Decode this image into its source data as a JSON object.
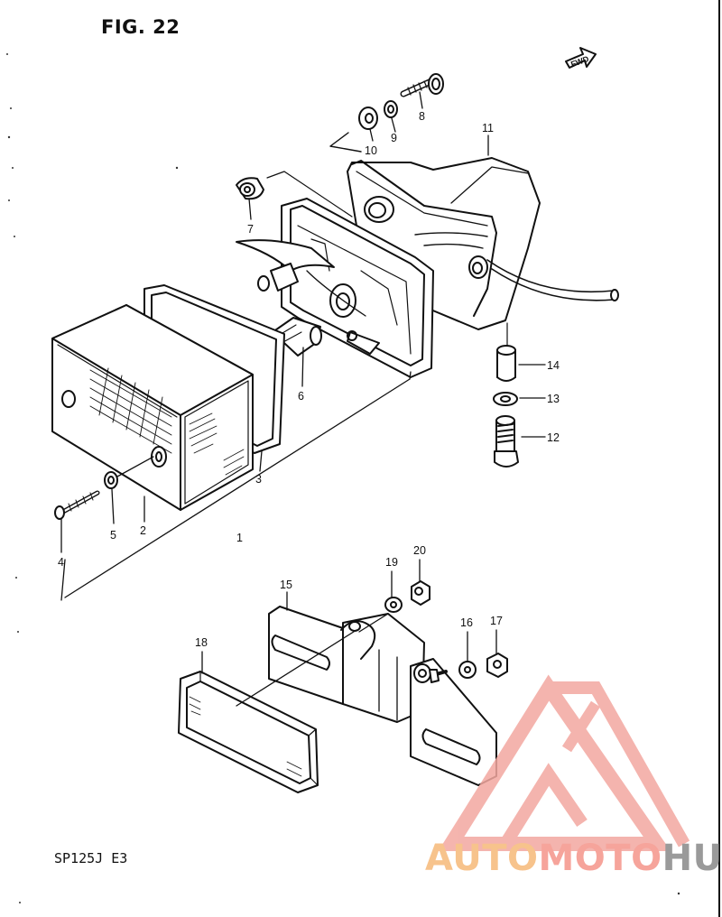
{
  "figure": {
    "title": "FIG. 22",
    "model_code": "SP125J  E3",
    "direction_label": "FWD"
  },
  "callouts": [
    "1",
    "2",
    "3",
    "4",
    "5",
    "6",
    "7",
    "8",
    "9",
    "10",
    "11",
    "12",
    "13",
    "14",
    "15",
    "16",
    "17",
    "18",
    "19",
    "20"
  ],
  "watermark": {
    "part_a": "AUTO",
    "part_b": "MOTO",
    "part_c": "HUB",
    "colors": {
      "auto": "#f7c38c",
      "moto": "#f6a49b",
      "hub": "#9a9a9a",
      "logo": "#f3a8a0"
    }
  },
  "colors": {
    "line": "#111111",
    "paper": "#ffffff"
  }
}
